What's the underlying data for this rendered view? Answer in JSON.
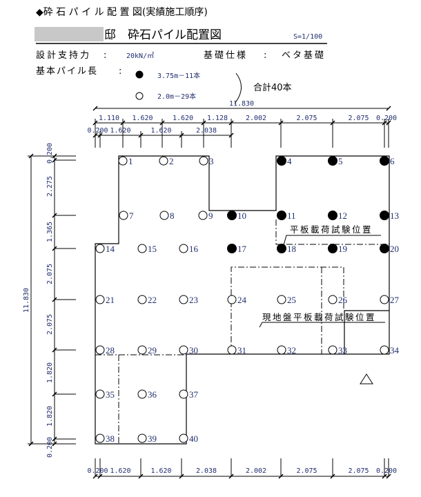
{
  "header": {
    "title": "◆砕 石 パ イ ル 配 置 図(実績施工順序)",
    "drawing_name": "邸　砕石パイル配置図",
    "scale": "S=1/100"
  },
  "specs": {
    "bearing_label": "設計支持力",
    "bearing_value": "20kN/㎡",
    "foundation_label": "基礎仕様",
    "foundation_value": "ベタ基礎",
    "pile_length_label": "基本パイル長",
    "colon": ":",
    "pile_long": "3.75m－11本",
    "pile_short": "2.0m－29本",
    "total": "合計40本"
  },
  "annotations": {
    "plate_test": "平板載荷試験位置",
    "ground_plate_test": "現地盤平板載荷試験位置"
  },
  "dimensions": {
    "overall_width": "11.830",
    "overall_height": "11.830",
    "top_row1": [
      "1.110",
      "1.620",
      "1.620",
      "1.128",
      "2.002",
      "2.075",
      "2.075",
      "0.200"
    ],
    "top_row2": [
      "0.200",
      "1.620",
      "1.620",
      "2.038"
    ],
    "left": [
      "0.200",
      "2.275",
      "1.365",
      "2.075",
      "2.075",
      "1.820",
      "1.820",
      "0.200"
    ],
    "bottom": [
      "0.200",
      "1.620",
      "1.620",
      "2.038",
      "2.002",
      "2.075",
      "2.075",
      "0.200"
    ]
  },
  "piles": [
    {
      "n": "1",
      "type": "open"
    },
    {
      "n": "2",
      "type": "open"
    },
    {
      "n": "3",
      "type": "open"
    },
    {
      "n": "4",
      "type": "filled"
    },
    {
      "n": "5",
      "type": "filled"
    },
    {
      "n": "6",
      "type": "filled"
    },
    {
      "n": "7",
      "type": "open"
    },
    {
      "n": "8",
      "type": "open"
    },
    {
      "n": "9",
      "type": "open"
    },
    {
      "n": "10",
      "type": "filled"
    },
    {
      "n": "11",
      "type": "filled"
    },
    {
      "n": "12",
      "type": "filled"
    },
    {
      "n": "13",
      "type": "filled"
    },
    {
      "n": "14",
      "type": "open"
    },
    {
      "n": "15",
      "type": "open"
    },
    {
      "n": "16",
      "type": "open"
    },
    {
      "n": "17",
      "type": "filled"
    },
    {
      "n": "18",
      "type": "filled"
    },
    {
      "n": "19",
      "type": "filled"
    },
    {
      "n": "20",
      "type": "filled"
    },
    {
      "n": "21",
      "type": "open"
    },
    {
      "n": "22",
      "type": "open"
    },
    {
      "n": "23",
      "type": "open"
    },
    {
      "n": "24",
      "type": "open"
    },
    {
      "n": "25",
      "type": "open"
    },
    {
      "n": "26",
      "type": "open"
    },
    {
      "n": "27",
      "type": "open"
    },
    {
      "n": "28",
      "type": "open"
    },
    {
      "n": "29",
      "type": "open"
    },
    {
      "n": "30",
      "type": "open"
    },
    {
      "n": "31",
      "type": "open"
    },
    {
      "n": "32",
      "type": "open"
    },
    {
      "n": "33",
      "type": "open"
    },
    {
      "n": "34",
      "type": "open"
    },
    {
      "n": "35",
      "type": "open"
    },
    {
      "n": "36",
      "type": "open"
    },
    {
      "n": "37",
      "type": "open"
    },
    {
      "n": "38",
      "type": "open"
    },
    {
      "n": "39",
      "type": "open"
    },
    {
      "n": "40",
      "type": "open"
    }
  ]
}
